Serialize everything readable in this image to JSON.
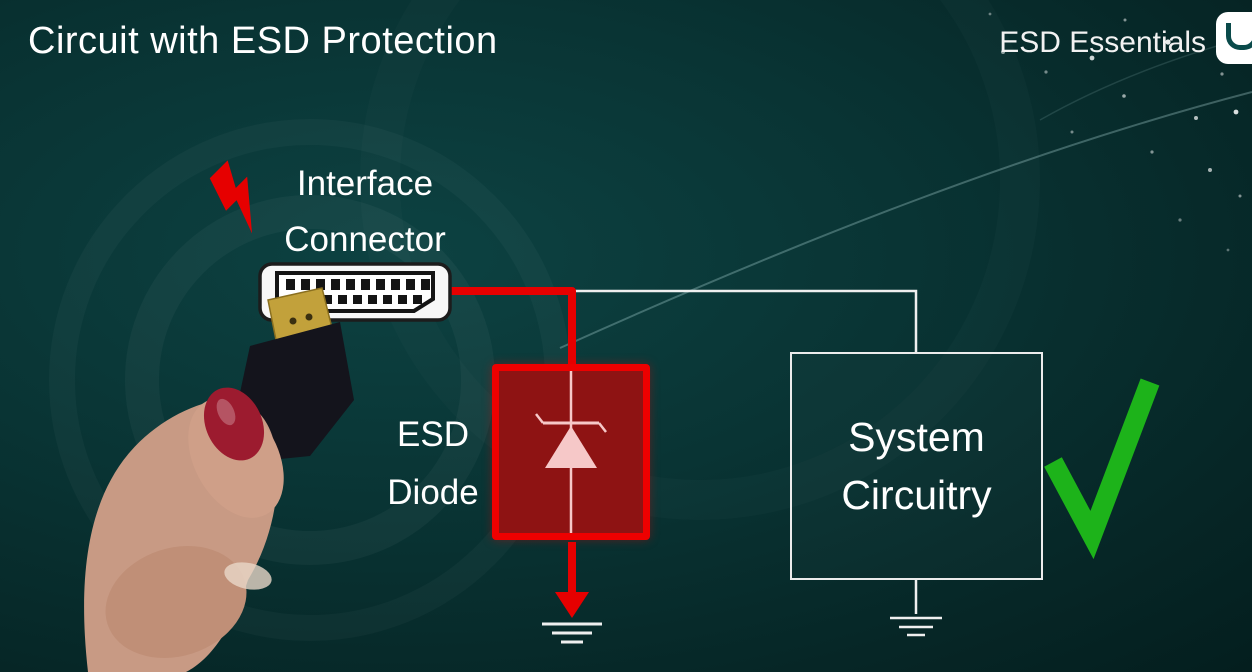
{
  "slide": {
    "title": "Circuit with ESD Protection",
    "brand": "ESD Essentials"
  },
  "labels": {
    "connector": [
      "Interface",
      "Connector"
    ],
    "diode": [
      "ESD",
      "Diode"
    ],
    "system": [
      "System",
      "Circuitry"
    ]
  },
  "icons": {
    "strike": "lightning-bolt-icon",
    "connector": "hdmi-connector-icon",
    "diode_symbol": "zener-diode-icon",
    "ground": "ground-icon",
    "check": "check-icon",
    "hand": "hand-holding-cable-photo",
    "logo": "brand-logo-icon"
  },
  "colors": {
    "background_dark": "#062626",
    "background_light": "#0d4242",
    "wire_red": "#e60000",
    "wire_white": "#efefef",
    "diode_fill": "#8e1313",
    "diode_border": "#ee0000",
    "diode_symbol": "#f6c8c8",
    "check_green": "#1db31a",
    "text": "#ffffff"
  }
}
